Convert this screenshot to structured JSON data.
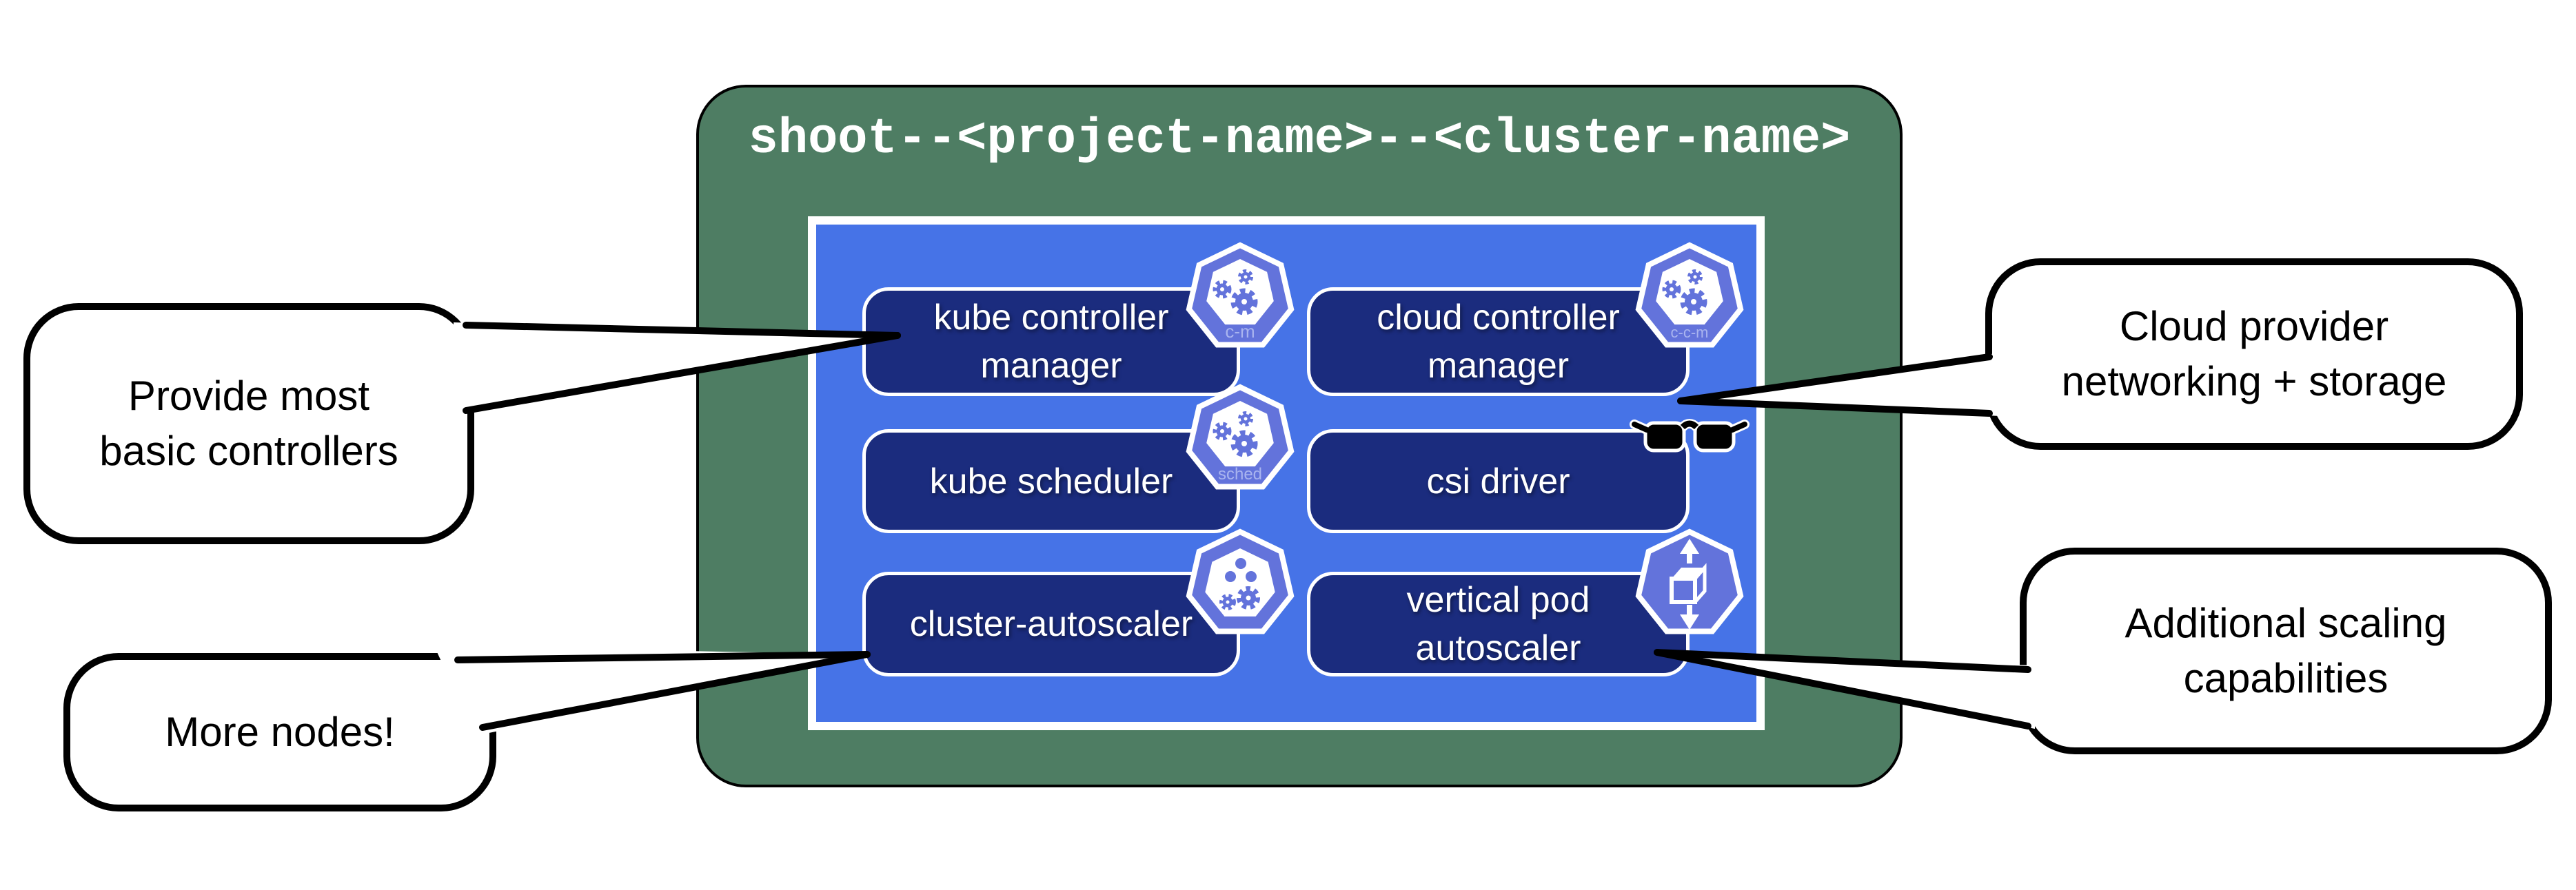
{
  "diagram": {
    "title": "shoot--<project-name>--<cluster-name>",
    "colors": {
      "container_green": "#4E7D63",
      "panel_blue": "#4673E7",
      "node_navy": "#1B2C7E",
      "badge_blue": "#6373DB",
      "badge_label": "#A9B4EF",
      "ink": "#000000"
    },
    "components": [
      {
        "label_lines": [
          "kube controller",
          "manager"
        ],
        "badge": "c-m",
        "icon": "kubernetes-controller-manager"
      },
      {
        "label_lines": [
          "cloud controller",
          "manager"
        ],
        "badge": "c-c-m",
        "icon": "kubernetes-cloud-controller-manager"
      },
      {
        "label_lines": [
          "kube scheduler"
        ],
        "badge": "sched",
        "icon": "kubernetes-scheduler"
      },
      {
        "label_lines": [
          "csi driver"
        ],
        "badge": "",
        "icon": "sunglasses"
      },
      {
        "label_lines": [
          "cluster-autoscaler"
        ],
        "badge": "",
        "icon": "cluster-autoscaler"
      },
      {
        "label_lines": [
          "vertical pod",
          "autoscaler"
        ],
        "badge": "",
        "icon": "vertical-pod-autoscaler"
      }
    ],
    "callouts": [
      {
        "text_lines": [
          "Provide most",
          "basic controllers"
        ],
        "points_to": "kube controller manager"
      },
      {
        "text_lines": [
          "More nodes!"
        ],
        "points_to": "cluster-autoscaler"
      },
      {
        "text_lines": [
          "Cloud provider",
          "networking + storage"
        ],
        "points_to": "cloud controller manager"
      },
      {
        "text_lines": [
          "Additional scaling",
          "capabilities"
        ],
        "points_to": "vertical pod autoscaler"
      }
    ]
  }
}
